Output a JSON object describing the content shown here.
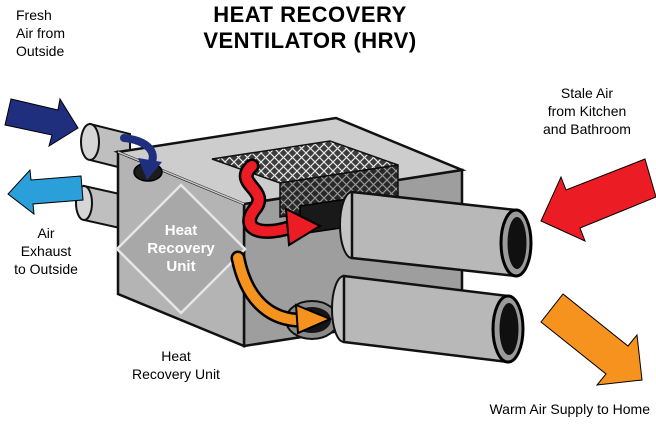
{
  "title": {
    "line1": "HEAT RECOVERY",
    "line2": "VENTILATOR (HRV)"
  },
  "labels": {
    "fresh_air": {
      "line1": "Fresh",
      "line2": "Air from",
      "line3": "Outside"
    },
    "air_exhaust": {
      "line1": "Air",
      "line2": "Exhaust",
      "line3": "to Outside"
    },
    "stale_air": {
      "line1": "Stale Air",
      "line2": "from Kitchen",
      "line3": "and Bathroom"
    },
    "warm_air": {
      "line1": "Warm Air Supply to Home"
    },
    "unit_caption": {
      "line1": "Heat",
      "line2": "Recovery Unit"
    },
    "diamond": {
      "line1": "Heat",
      "line2": "Recovery",
      "line3": "Unit"
    }
  },
  "colors": {
    "fresh_air_arrow": "#1f2f7e",
    "exhaust_arrow": "#2b9fd9",
    "stale_air_arrow": "#ec1c24",
    "warm_air_arrow": "#f6921e"
  }
}
